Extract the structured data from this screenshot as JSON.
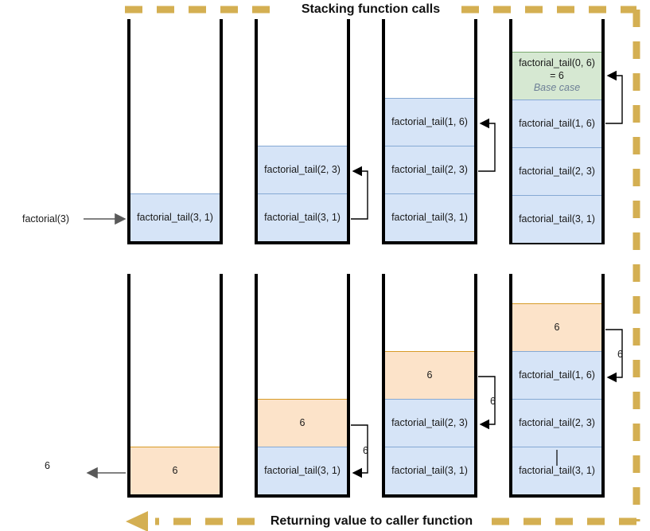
{
  "header": {
    "top_title": "Stacking function calls",
    "bottom_title": "Returning value to caller function",
    "accent_color": "#d4af52"
  },
  "entry": {
    "label": "factorial(3)",
    "arrow_name": "entry-arrow-right"
  },
  "exit": {
    "label": "6",
    "arrow_name": "exit-arrow-left"
  },
  "labels": {
    "base_case_value": "= 6",
    "base_case_note": "Base case",
    "return_value": "6"
  },
  "top_section": {
    "name": "stacking-function-calls",
    "stacks": [
      {
        "name": "call-stack-step-1",
        "frames": [
          {
            "type": "call",
            "text": "factorial_tail(3, 1)"
          }
        ]
      },
      {
        "name": "call-stack-step-2",
        "frames": [
          {
            "type": "call",
            "text": "factorial_tail(2, 3)"
          },
          {
            "type": "call",
            "text": "factorial_tail(3, 1)"
          }
        ]
      },
      {
        "name": "call-stack-step-3",
        "frames": [
          {
            "type": "call",
            "text": "factorial_tail(1, 6)"
          },
          {
            "type": "call",
            "text": "factorial_tail(2, 3)"
          },
          {
            "type": "call",
            "text": "factorial_tail(3, 1)"
          }
        ]
      },
      {
        "name": "call-stack-step-4",
        "frames": [
          {
            "type": "base",
            "text": "factorial_tail(0, 6)"
          },
          {
            "type": "call",
            "text": "factorial_tail(1, 6)"
          },
          {
            "type": "call",
            "text": "factorial_tail(2, 3)"
          },
          {
            "type": "call",
            "text": "factorial_tail(3, 1)"
          }
        ]
      }
    ]
  },
  "bottom_section": {
    "name": "returning-value-to-caller",
    "stacks": [
      {
        "name": "return-stack-step-4",
        "frames": [
          {
            "type": "ret",
            "text": "6"
          },
          {
            "type": "call",
            "text": "factorial_tail(1, 6)"
          },
          {
            "type": "call",
            "text": "factorial_tail(2, 3)"
          },
          {
            "type": "call",
            "text": "factorial_tail(3, 1)"
          }
        ],
        "connector_label": "6"
      },
      {
        "name": "return-stack-step-3",
        "frames": [
          {
            "type": "ret",
            "text": "6"
          },
          {
            "type": "call",
            "text": "factorial_tail(2, 3)"
          },
          {
            "type": "call",
            "text": "factorial_tail(3, 1)"
          }
        ],
        "connector_label": "6"
      },
      {
        "name": "return-stack-step-2",
        "frames": [
          {
            "type": "ret",
            "text": "6"
          },
          {
            "type": "call",
            "text": "factorial_tail(3, 1)"
          }
        ],
        "connector_label": "6"
      },
      {
        "name": "return-stack-step-1",
        "frames": [
          {
            "type": "ret",
            "text": "6"
          }
        ],
        "connector_label": ""
      }
    ]
  },
  "colors": {
    "call_frame_fill": "#d6e4f7",
    "call_frame_border": "#86a9d4",
    "return_frame_fill": "#fce3c9",
    "return_frame_border": "#d79b27",
    "base_frame_fill": "#d6e8d2",
    "base_frame_border": "#7aa96f",
    "wall": "#000000",
    "connector": "#000000",
    "entry_arrow": "#666666"
  }
}
